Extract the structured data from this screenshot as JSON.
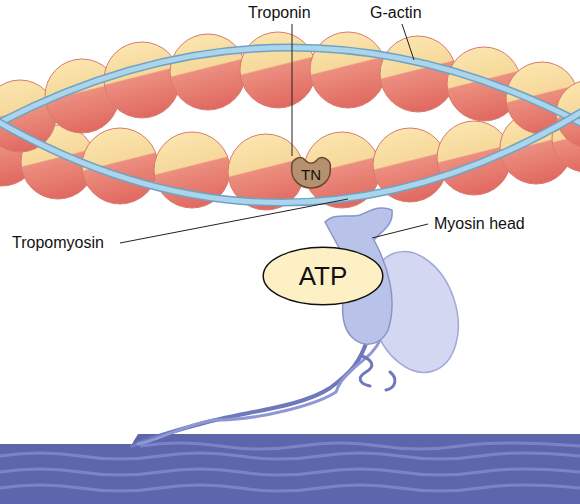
{
  "diagram": {
    "nodes": [
      {
        "text": [
          "TN"
        ]
      },
      {
        "text": [
          "ATP"
        ]
      }
    ],
    "labels": [
      "Troponin",
      "G-actin",
      "Tropomyosin",
      "Myosin head"
    ]
  }
}
